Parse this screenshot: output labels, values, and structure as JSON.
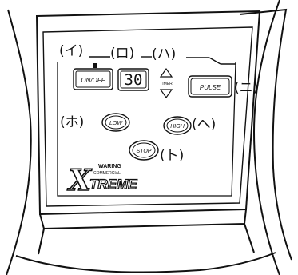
{
  "annotations": {
    "i": "(イ)",
    "ro": "(ロ)",
    "ha": "(ハ)",
    "ni": "(ニ)",
    "ho": "(ホ)",
    "he": "(ヘ)",
    "to": "(ト)"
  },
  "panel": {
    "on_off_label": "ON/OFF",
    "display_value": "30",
    "timer_label": "TIMER",
    "pulse_label": "PULSE",
    "low_label": "LOW",
    "high_label": "HIGH",
    "stop_label": "STOP"
  },
  "logo": {
    "brand": "WARING",
    "sub": "COMMERCIAL",
    "x": "X",
    "word": "TREME"
  }
}
